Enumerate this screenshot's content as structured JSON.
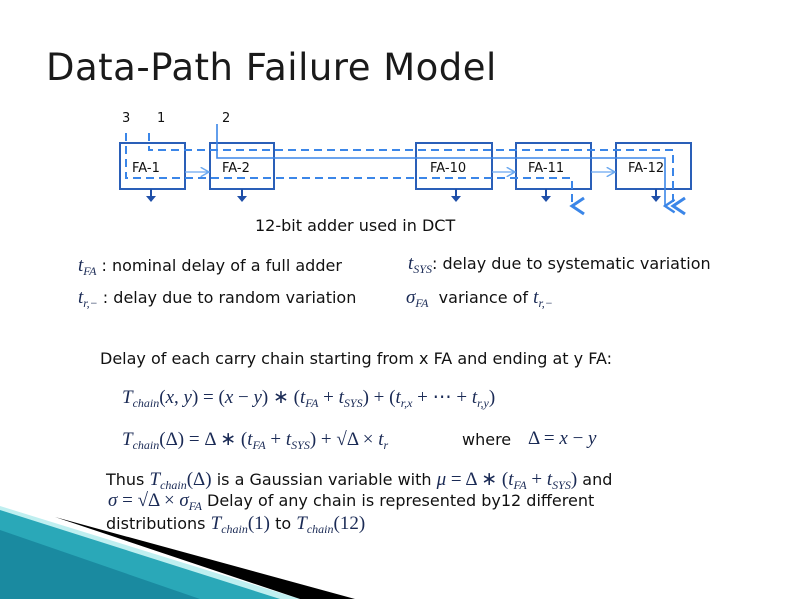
{
  "slide": {
    "title": "Data-Path Failure Model",
    "diagram": {
      "chain_labels": [
        "3",
        "1",
        "2"
      ],
      "blocks": [
        "FA-1",
        "FA-2",
        "FA-10",
        "FA-11",
        "FA-12"
      ],
      "caption": "12-bit adder used in DCT",
      "colors": {
        "box": "#2a5fb8",
        "line": "#3b86e8",
        "arrow": "#1f4fa8"
      }
    },
    "definitions": [
      {
        "symbol": [
          {
            "v": "t",
            "s": "FA"
          }
        ],
        "text": " : nominal delay of a full adder"
      },
      {
        "symbol": [
          {
            "v": "t",
            "s": "SYS"
          }
        ],
        "text": ": delay due to systematic variation"
      },
      {
        "symbol": [
          {
            "v": "t",
            "s": "r,−"
          }
        ],
        "text": " : delay due to random variation"
      },
      {
        "symbol": [
          {
            "v": "σ",
            "s": "FA"
          }
        ],
        "text": "  variance of ",
        "tail": [
          {
            "v": "t",
            "s": "r,−"
          }
        ]
      }
    ],
    "intro": "Delay of each carry chain starting from x FA and ending at y FA:",
    "eq1": [
      {
        "v": "T",
        "s": "chain"
      },
      {
        "p": "("
      },
      {
        "v": "x"
      },
      {
        "p": ", "
      },
      {
        "v": "y"
      },
      {
        "p": ") = ("
      },
      {
        "v": "x"
      },
      {
        "p": " − "
      },
      {
        "v": "y"
      },
      {
        "p": ") ∗ ("
      },
      {
        "v": "t",
        "s": "FA"
      },
      {
        "p": " + "
      },
      {
        "v": "t",
        "s": "SYS"
      },
      {
        "p": ") + ("
      },
      {
        "v": "t",
        "s": "r,x"
      },
      {
        "p": " + ⋯ + "
      },
      {
        "v": "t",
        "s": "r,y"
      },
      {
        "p": ")"
      }
    ],
    "eq2": [
      {
        "v": "T",
        "s": "chain"
      },
      {
        "p": "(Δ) = Δ ∗ ("
      },
      {
        "v": "t",
        "s": "FA"
      },
      {
        "p": " + "
      },
      {
        "v": "t",
        "s": "SYS"
      },
      {
        "p": ") + √Δ × "
      },
      {
        "v": "t",
        "s": "r"
      }
    ],
    "where_label": "where",
    "eq3": [
      {
        "p": "Δ = "
      },
      {
        "v": "x"
      },
      {
        "p": " − "
      },
      {
        "v": "y"
      }
    ],
    "para_line1": [
      {
        "t": "Thus "
      },
      {
        "v": "T",
        "s": "chain"
      },
      {
        "p": "(Δ)"
      },
      {
        "t": " is a Gaussian variable with "
      },
      {
        "v": "μ"
      },
      {
        "p": " = Δ ∗ ("
      },
      {
        "v": "t",
        "s": "FA"
      },
      {
        "p": " + "
      },
      {
        "v": "t",
        "s": "SYS"
      },
      {
        "p": ")"
      },
      {
        "t": " and"
      }
    ],
    "para_line2": [
      {
        "v": "σ"
      },
      {
        "p": " = √Δ × "
      },
      {
        "v": "σ",
        "s": "FA"
      },
      {
        "t": "    Delay of any chain is represented by12 different"
      }
    ],
    "para_line3": [
      {
        "t": "distributions "
      },
      {
        "v": "T",
        "s": "chain"
      },
      {
        "p": "(1)"
      },
      {
        "t": " to "
      },
      {
        "v": "T",
        "s": "chain"
      },
      {
        "p": "(12)"
      }
    ]
  }
}
